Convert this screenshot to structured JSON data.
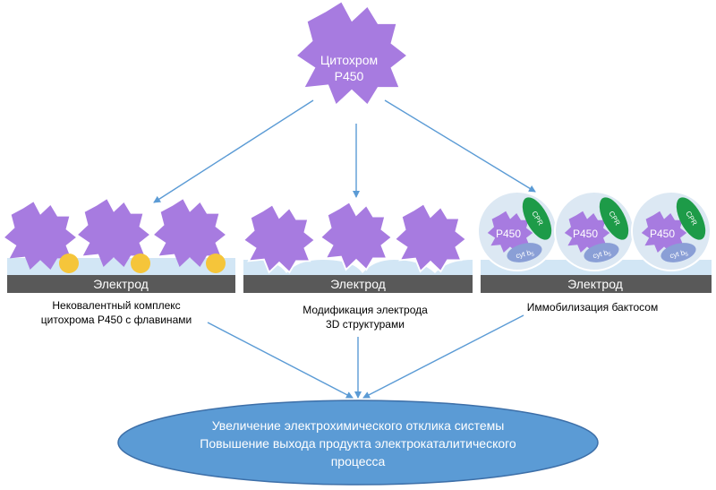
{
  "top": {
    "line1": "Цитохром",
    "line2": "P450"
  },
  "panels": [
    {
      "electrode": "Электрод",
      "caption": [
        "Нековалентный комплекс",
        "цитохрома Р450 с флавинами"
      ]
    },
    {
      "electrode": "Электрод",
      "caption": [
        "Модификация электрода",
        "3D структурами"
      ]
    },
    {
      "electrode": "Электрод",
      "caption": [
        "Иммобилизация бактосом"
      ]
    }
  ],
  "bactosome": {
    "p450": "P450",
    "cpr": "CPR",
    "cyt": "cyt b",
    "cyt_sub": "5"
  },
  "result": {
    "lines": [
      "Увеличение электрохимического отклика системы",
      "Повышение выхода продукта электрокаталитического",
      "процесса"
    ]
  },
  "colors": {
    "protein": "#a77be0",
    "flavin": "#f5c53a",
    "cpr": "#1d9b48",
    "cyt": "#8a9fd6",
    "electrode": "#595959",
    "membrane": "#d2e6f5",
    "arrow": "#5b9bd5",
    "ellipse": "#5b9bd5",
    "ellipse_stroke": "#3d6fa8",
    "vesicle": "#dce8f3"
  }
}
